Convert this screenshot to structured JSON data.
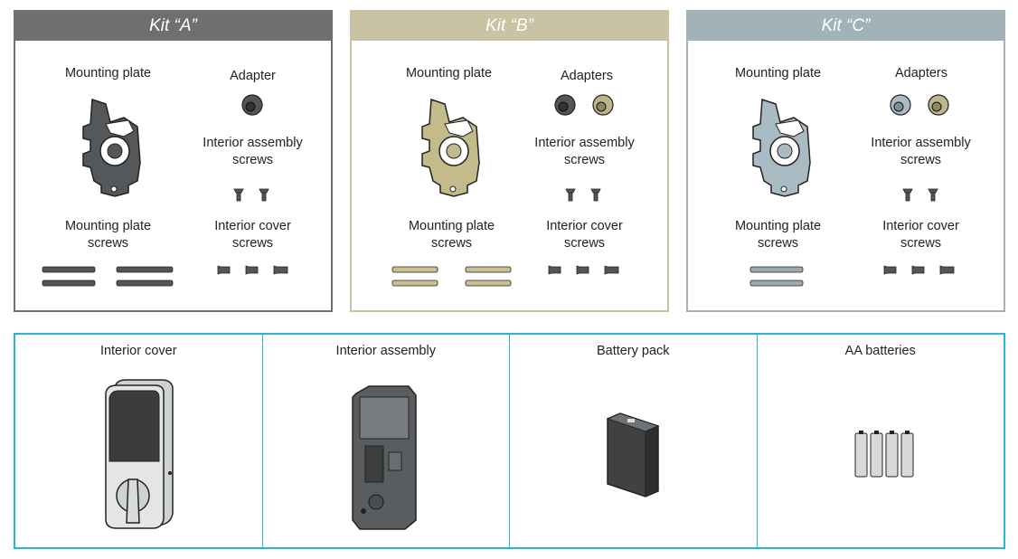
{
  "kits": [
    {
      "title": "Kit “A”",
      "header_color": "#6e6f70",
      "border_color": "#6e6f70",
      "plate_fill": "#55585b",
      "plate_label": "Mounting plate",
      "adapter_label": "Adapter",
      "adapters": [
        {
          "color": "#555"
        }
      ],
      "interior_screws_label": "Interior assembly\nscrews",
      "plate_screws_label": "Mounting plate\nscrews",
      "cover_screws_label": "Interior cover\nscrews",
      "long_screw_color": "#555"
    },
    {
      "title": "Kit “B”",
      "header_color": "#c9c3a3",
      "border_color": "#c9c3a3",
      "plate_fill": "#c3bb8a",
      "plate_label": "Mounting plate",
      "adapter_label": "Adapters",
      "adapters": [
        {
          "color": "#555"
        },
        {
          "color": "#bfb58a"
        }
      ],
      "interior_screws_label": "Interior assembly\nscrews",
      "plate_screws_label": "Mounting plate\nscrews",
      "cover_screws_label": "Interior cover\nscrews",
      "long_screw_color": "#c9bf91"
    },
    {
      "title": "Kit “C”",
      "header_color": "#a1b3b8",
      "border_color": "#a1b3b8",
      "plate_fill": "#a9bcc4",
      "plate_label": "Mounting plate",
      "adapter_label": "Adapters",
      "adapters": [
        {
          "color": "#a9bcc4"
        },
        {
          "color": "#bfb58a"
        }
      ],
      "interior_screws_label": "Interior assembly\nscrews",
      "plate_screws_label": "Mounting plate\nscrews",
      "cover_screws_label": "Interior cover\nscrews",
      "long_screw_color": "#9aa9ae"
    }
  ],
  "components": [
    {
      "label": "Interior cover"
    },
    {
      "label": "Interior assembly"
    },
    {
      "label": "Battery pack"
    },
    {
      "label": "AA batteries"
    }
  ],
  "accent_color": "#29b3d4"
}
